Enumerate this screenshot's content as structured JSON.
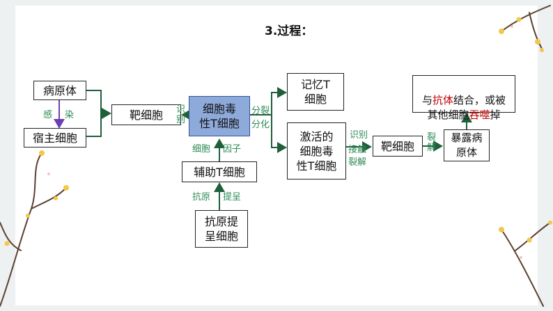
{
  "title": "3.过程：",
  "nodes": {
    "pathogen": "病原体",
    "host_cell": "宿主细胞",
    "target_cell_left": "靶细胞",
    "cytotoxic_t": "细胞毒\n性T细胞",
    "helper_t": "辅助T细胞",
    "apc": "抗原提\n呈细胞",
    "memory_t": "记忆T\n细胞",
    "activated_cytotoxic_t": "激活的\n细胞毒\n性T细胞",
    "target_cell_right": "靶细胞",
    "exposed_pathogen": "暴露病\n原体",
    "final": {
      "part1": "与",
      "part2": "抗体",
      "part3": "结合，或被\n其他细胞",
      "part4": "吞噬",
      "part5": "掉"
    }
  },
  "labels": {
    "infect_1": "感",
    "infect_2": "染",
    "recognize": "识\n别",
    "cytokine_1": "细胞",
    "cytokine_2": "因子",
    "present_1": "抗原",
    "present_2": "提呈",
    "divide_1": "分裂",
    "divide_2": "分化",
    "contact_1": "识别",
    "contact_2": "接触",
    "contact_3": "裂解",
    "lysis": "裂\n解"
  },
  "colors": {
    "label_green": "#2e8b57",
    "highlight_red": "#c00000",
    "blue_box": "#8eaadb",
    "infect_arrow": "#6a3fb5"
  }
}
